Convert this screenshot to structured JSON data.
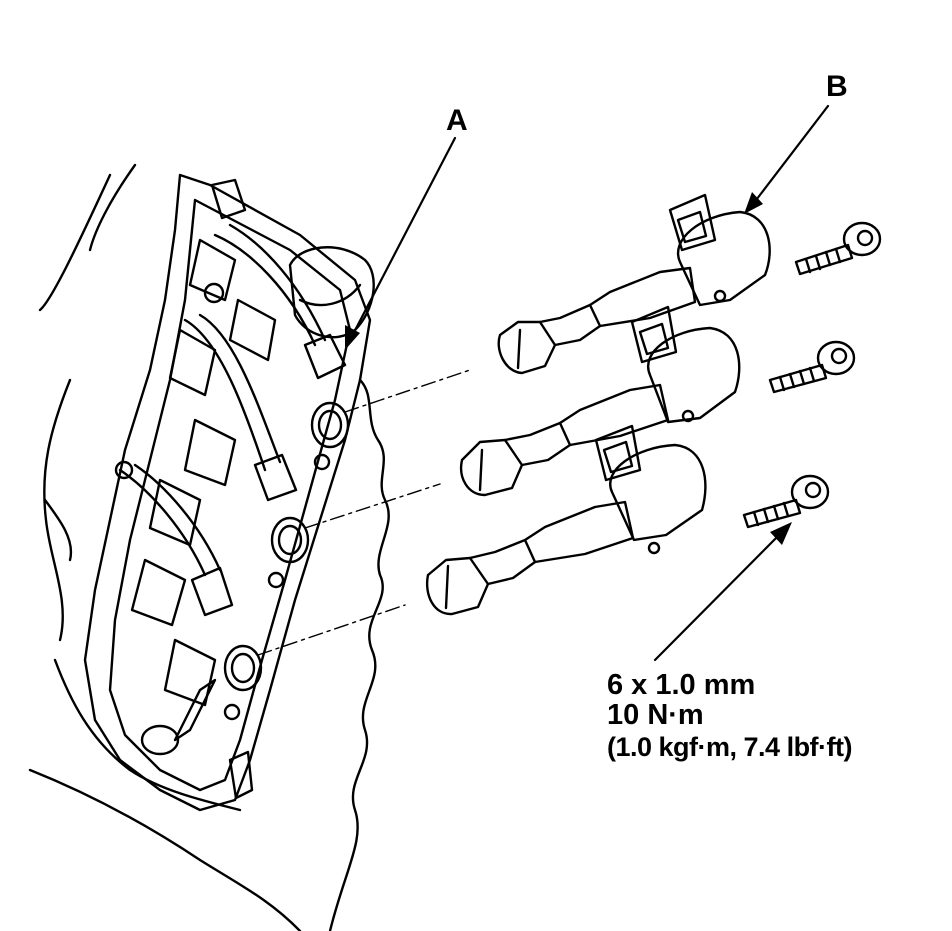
{
  "callouts": {
    "a": "A",
    "b": "B"
  },
  "torque_spec": {
    "bolt_size": "6 x 1.0 mm",
    "torque_nm": "10 N·m",
    "torque_alt": "(1.0 kgf·m, 7.4 lbf·ft)"
  },
  "colors": {
    "line": "#000000",
    "background": "#ffffff"
  }
}
